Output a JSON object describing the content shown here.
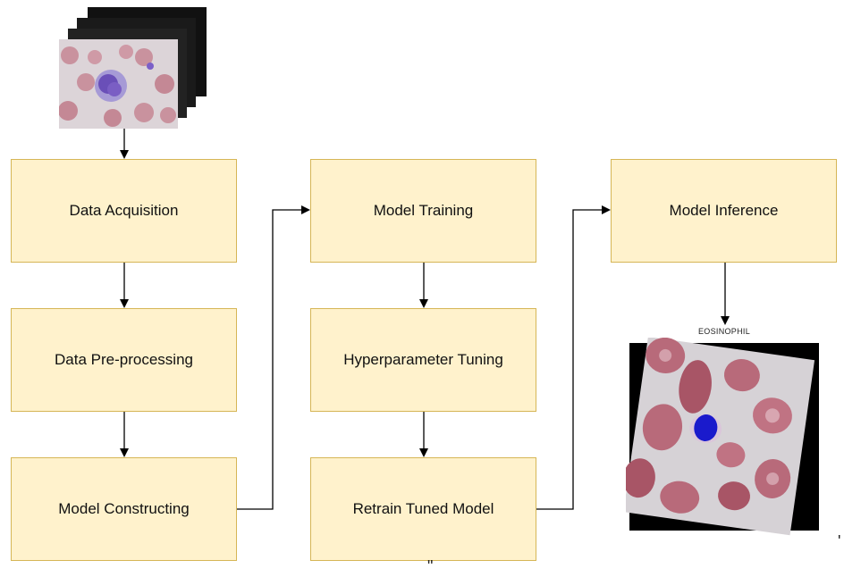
{
  "steps": {
    "data_acquisition": "Data Acquisition",
    "data_preprocessing": "Data Pre-processing",
    "model_constructing": "Model Constructing",
    "model_training": "Model Training",
    "hyperparameter_tuning": "Hyperparameter Tuning",
    "retrain_tuned_model": "Retrain Tuned Model",
    "model_inference": "Model Inference"
  },
  "result": {
    "label": "EOSINOPHIL"
  },
  "stray_marks": {
    "bottom_center": "\"",
    "bottom_right": "'"
  },
  "colors": {
    "box_fill": "#fff2cc",
    "box_border": "#d6b656",
    "arrow": "#000000",
    "cell_rbc": "#b86a7a",
    "cell_nucleus": "#1a1acc"
  }
}
